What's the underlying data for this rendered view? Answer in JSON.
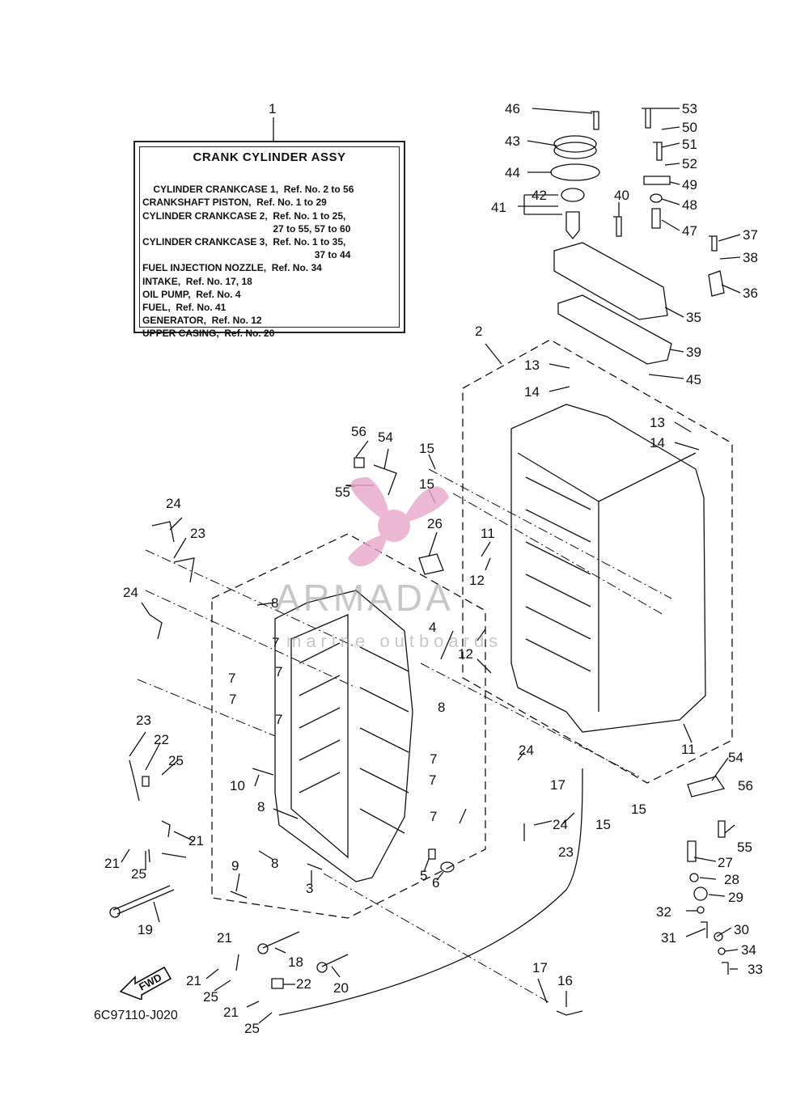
{
  "title_box": {
    "heading": "CRANK CYLINDER ASSY",
    "lines": [
      "CYLINDER CRANKCASE 1,  Ref. No. 2 to 56",
      "CRANKSHAFT PISTON,  Ref. No. 1 to 29",
      "CYLINDER CRANKCASE 2,  Ref. No. 1 to 25,",
      "27 to 55, 57 to 60",
      "CYLINDER CRANKCASE 3,  Ref. No. 1 to 35,",
      "37 to 44",
      "FUEL INJECTION NOZZLE,  Ref. No. 34",
      "INTAKE,  Ref. No. 17, 18",
      "OIL PUMP,  Ref. No. 4",
      "FUEL,  Ref. No. 41",
      "GENERATOR,  Ref. No. 12",
      "UPPER CASING,  Ref. No. 20"
    ]
  },
  "drawing_code": "6C97110-J020",
  "fwd_label": "FWD",
  "watermark": {
    "main": "ARMADA",
    "sub": "marine outboards"
  },
  "callouts": [
    "1",
    "2",
    "3",
    "4",
    "5",
    "6",
    "7",
    "8",
    "9",
    "10",
    "11",
    "12",
    "13",
    "14",
    "15",
    "16",
    "17",
    "18",
    "19",
    "20",
    "21",
    "22",
    "23",
    "24",
    "25",
    "26",
    "27",
    "28",
    "29",
    "30",
    "31",
    "32",
    "33",
    "34",
    "35",
    "36",
    "37",
    "38",
    "39",
    "40",
    "41",
    "42",
    "43",
    "44",
    "45",
    "46",
    "47",
    "48",
    "49",
    "50",
    "51",
    "52",
    "53",
    "54",
    "55",
    "56"
  ],
  "colors": {
    "line": "#111111",
    "watermark_logo": "#e8a6c9",
    "watermark_text": "#9a9a9a"
  }
}
